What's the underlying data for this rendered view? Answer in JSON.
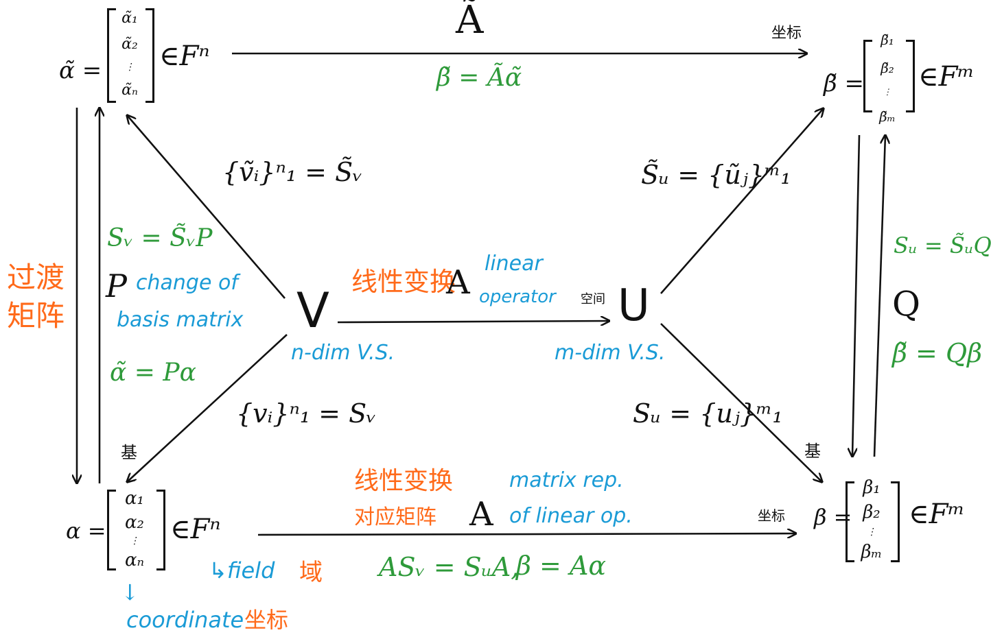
{
  "nodes": {
    "alpha_tilde": {
      "lhs": "α̃ =",
      "entries": [
        "α̃₁",
        "α̃₂",
        "⋮",
        "α̃ₙ"
      ],
      "space": "∈Fⁿ"
    },
    "beta_tilde": {
      "lhs": "β̃ =",
      "entries": [
        "β̃₁",
        "β̃₂",
        "⋮",
        "β̃ₘ"
      ],
      "space": "∈Fᵐ"
    },
    "alpha": {
      "lhs": "α =",
      "entries": [
        "α₁",
        "α₂",
        "⋮",
        "αₙ"
      ],
      "space": "∈Fⁿ"
    },
    "beta": {
      "lhs": "β =",
      "entries": [
        "β₁",
        "β₂",
        "⋮",
        "βₘ"
      ],
      "space": "∈Fᵐ"
    },
    "V": {
      "symbol": "V",
      "desc": "n-dim V.S."
    },
    "U": {
      "symbol": "U",
      "desc": "m-dim V.S.",
      "cn": "空间"
    }
  },
  "labels": {
    "A_tilde": "Ã",
    "beta_tilde_eq": "β̃ = Ãα̃",
    "coord_top": "坐标",
    "coord_bottom": "坐标",
    "basis_left": "基",
    "basis_right": "基",
    "sv_tilde": "{ṽᵢ}ⁿ₁ = S̃ᵥ",
    "su_tilde": "S̃ᵤ = {ũⱼ}ᵐ₁",
    "sv": "{vᵢ}ⁿ₁ = Sᵥ",
    "su": "Sᵤ = {uⱼ}ᵐ₁",
    "transition_cn_1": "过渡",
    "transition_cn_2": "矩阵",
    "sv_eq": "Sᵥ = S̃ᵥP",
    "P": "P",
    "change_of": "change of",
    "basis_matrix": "basis matrix",
    "alpha_tilde_eq": "α̃ = Pα",
    "linear_cn": "线性变换",
    "A_op": "A",
    "linear": "linear",
    "operator": "operator",
    "su_eq": "Sᵤ = S̃ᵤQ",
    "Q": "Q",
    "beta_tilde_Q": "β̃ = Qβ",
    "matrix_cn_1": "线性变换",
    "matrix_cn_2": "对应矩阵",
    "A_mat": "A",
    "matrix_rep": "matrix rep.",
    "of_linear_op": "of linear op.",
    "as_eq": "ASᵥ = SᵤA,",
    "beta_eq": "β = Aα",
    "field": "↳field",
    "field_cn": "域",
    "coord_arrow": "↓",
    "coordinate": "coordinate",
    "coordinate_cn": "坐标"
  },
  "colors": {
    "ink": "#111111",
    "green": "#2e9a3a",
    "orange": "#ff6a1a",
    "blue": "#1a9bd6"
  }
}
